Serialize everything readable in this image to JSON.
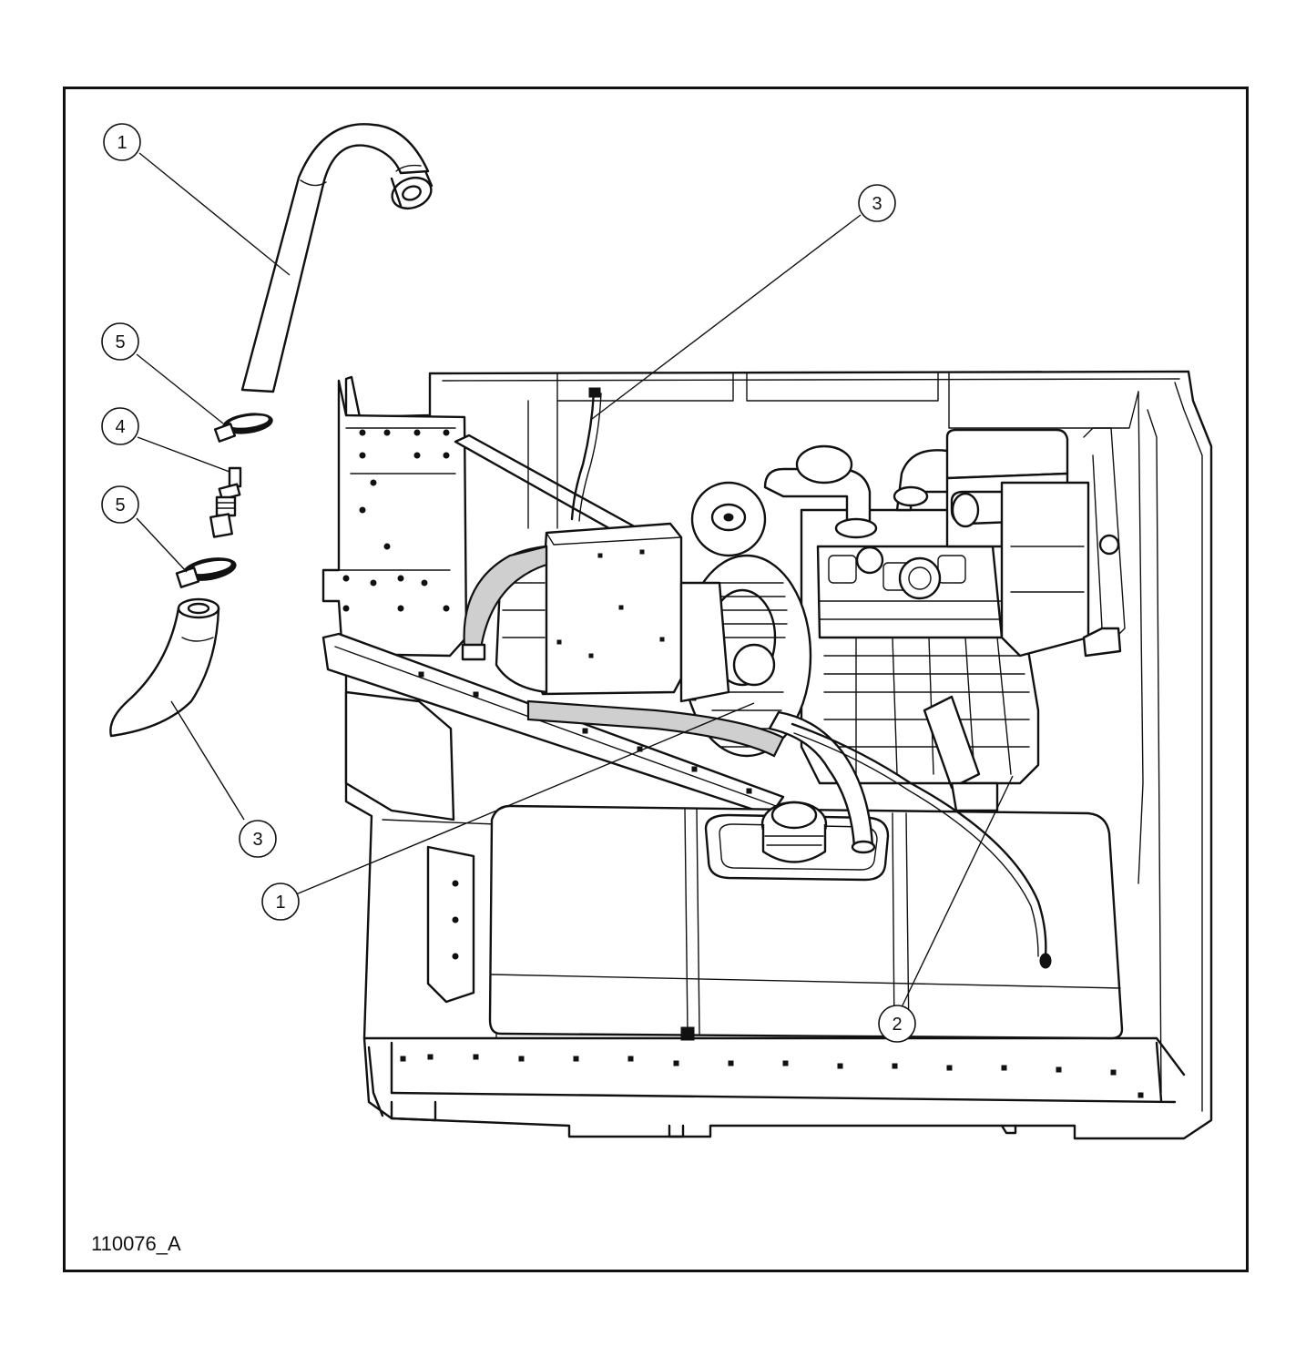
{
  "figure": {
    "id": "110076_A"
  },
  "callouts": [
    {
      "id": "callout-1-top",
      "label": "1"
    },
    {
      "id": "callout-5-upper",
      "label": "5"
    },
    {
      "id": "callout-4",
      "label": "4"
    },
    {
      "id": "callout-5-lower",
      "label": "5"
    },
    {
      "id": "callout-3-left",
      "label": "3"
    },
    {
      "id": "callout-3-right",
      "label": "3"
    },
    {
      "id": "callout-1-lower",
      "label": "1"
    },
    {
      "id": "callout-2",
      "label": "2"
    }
  ],
  "colors": {
    "line": "#111111",
    "background": "#ffffff",
    "hose_shade": "#cfcfcf"
  }
}
